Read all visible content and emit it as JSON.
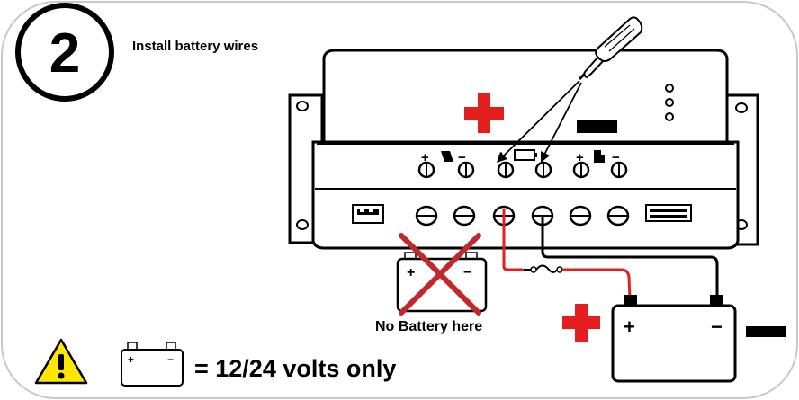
{
  "step": {
    "number": "2",
    "title": "Install battery wires"
  },
  "warning": {
    "no_battery_label": "No Battery here",
    "voltage_note": "= 12/24 volts only",
    "icon": "warning-triangle-icon"
  },
  "symbols": {
    "plus": "+",
    "minus": "−"
  },
  "colors": {
    "positive": "#e41e1e",
    "wire_negative": "#111111",
    "cross": "#c0282b",
    "warning_fill": "#ffe600"
  }
}
